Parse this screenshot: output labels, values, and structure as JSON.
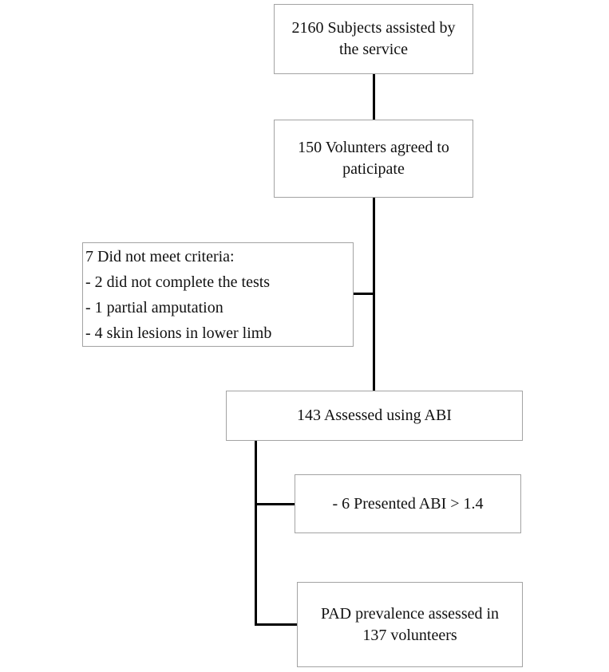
{
  "colors": {
    "box_border": "#a3a3a3",
    "connector": "#000000",
    "text": "#111111",
    "box_fill": "#ffffff",
    "page_bg": "#ffffff"
  },
  "flowchart": {
    "boxes": [
      {
        "name": "subjects-box",
        "lines": [
          "2160 Subjects assisted by",
          "the service"
        ]
      },
      {
        "name": "volunteers-box",
        "lines": [
          "150 Volunters agreed to",
          "paticipate"
        ]
      },
      {
        "name": "excluded-box",
        "lines": [
          "7 Did not meet criteria:",
          "- 2 did not complete the tests",
          "- 1 partial amputation",
          "- 4 skin lesions in lower limb"
        ]
      },
      {
        "name": "assessed-box",
        "lines": [
          "143 Assessed using ABI"
        ]
      },
      {
        "name": "high-abi-box",
        "lines": [
          "- 6 Presented ABI > 1.4"
        ]
      },
      {
        "name": "pad-prevalence-box",
        "lines": [
          "PAD prevalence assessed in",
          "137 volunteers"
        ]
      }
    ]
  }
}
